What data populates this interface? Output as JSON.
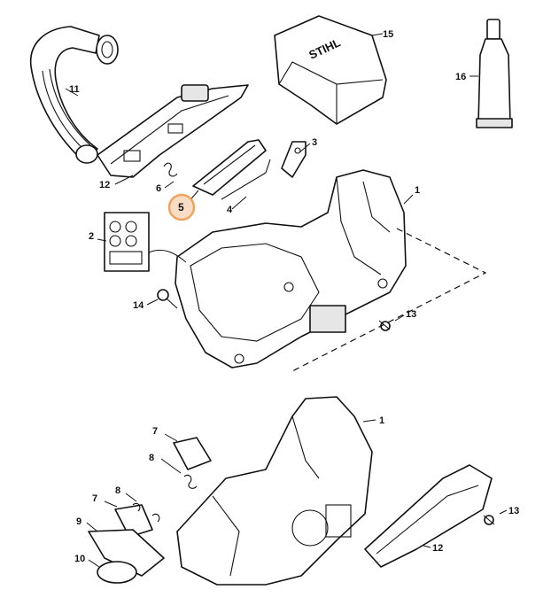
{
  "diagram": {
    "logo_text": "STIHL",
    "highlight_color": "#f0a35c",
    "callouts": [
      {
        "id": "c11",
        "label": "11"
      },
      {
        "id": "c15",
        "label": "15"
      },
      {
        "id": "c16",
        "label": "16"
      },
      {
        "id": "c3",
        "label": "3"
      },
      {
        "id": "c12a",
        "label": "12"
      },
      {
        "id": "c6",
        "label": "6"
      },
      {
        "id": "c5",
        "label": "5"
      },
      {
        "id": "c4",
        "label": "4"
      },
      {
        "id": "c1a",
        "label": "1"
      },
      {
        "id": "c2",
        "label": "2"
      },
      {
        "id": "c14",
        "label": "14"
      },
      {
        "id": "c13a",
        "label": "13"
      },
      {
        "id": "c1b",
        "label": "1"
      },
      {
        "id": "c7a",
        "label": "7"
      },
      {
        "id": "c8a",
        "label": "8"
      },
      {
        "id": "c7b",
        "label": "7"
      },
      {
        "id": "c8b",
        "label": "8"
      },
      {
        "id": "c9",
        "label": "9"
      },
      {
        "id": "c10",
        "label": "10"
      },
      {
        "id": "c13b",
        "label": "13"
      },
      {
        "id": "c12b",
        "label": "12"
      }
    ]
  }
}
